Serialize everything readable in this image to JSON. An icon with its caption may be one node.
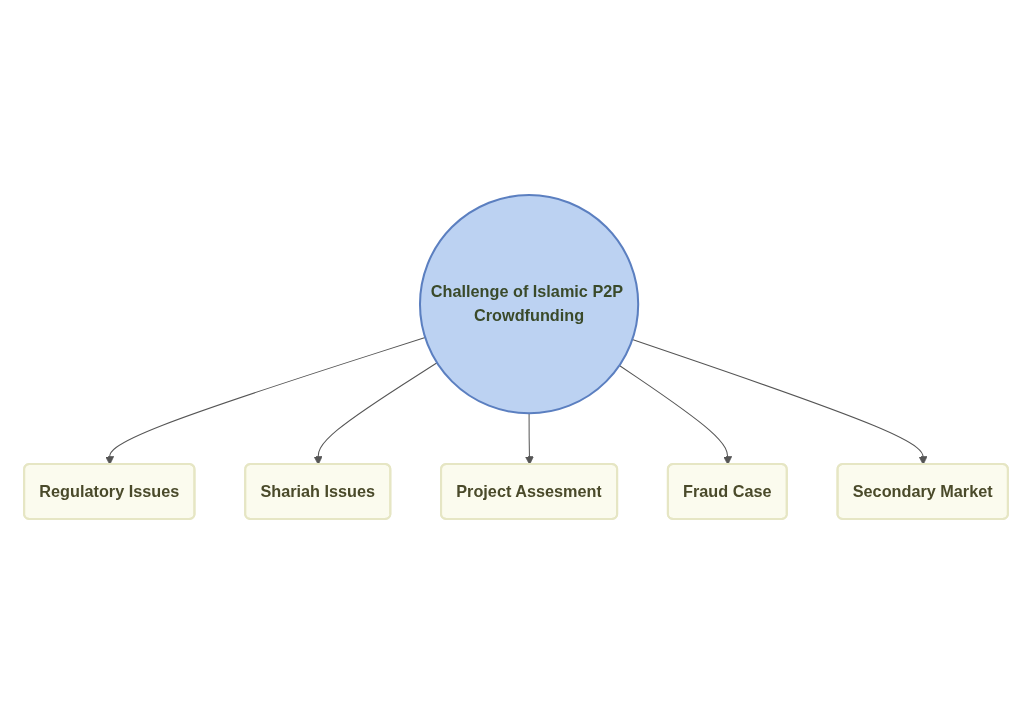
{
  "diagram": {
    "nodes": [
      {
        "text": [
          "Regulatory Issues"
        ]
      },
      {
        "text": [
          "Shariah Issues"
        ]
      },
      {
        "text": [
          "Project Assesment"
        ]
      },
      {
        "text": [
          "Challenge of Islamic P2P Crowdfunding"
        ]
      },
      {
        "text": [
          "Fraud Case"
        ]
      },
      {
        "text": [
          "Secondary Market"
        ]
      }
    ],
    "edges": [
      {
        "from": 3,
        "to": 0,
        "arrow": "to"
      },
      {
        "from": 3,
        "to": 1,
        "arrow": "to"
      },
      {
        "from": 3,
        "to": 2,
        "arrow": "to"
      },
      {
        "from": 3,
        "to": 4,
        "arrow": "to"
      },
      {
        "from": 3,
        "to": 5,
        "arrow": "to"
      }
    ]
  }
}
